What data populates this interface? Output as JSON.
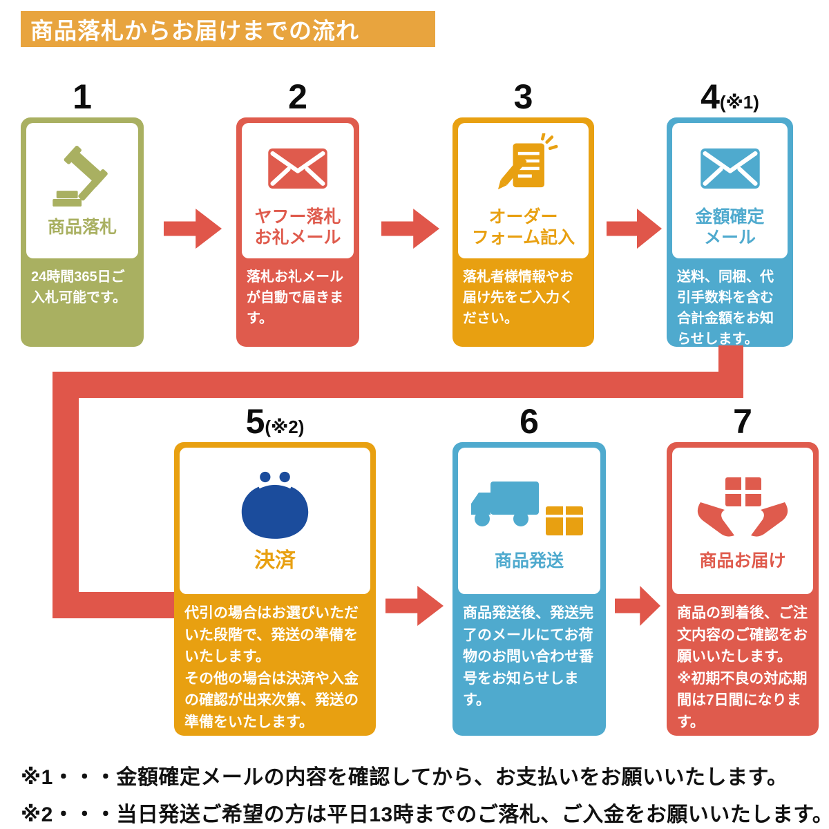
{
  "banner": {
    "title": "商品落札からお届けまでの流れ"
  },
  "colors": {
    "banner_orange": "#E8A43E",
    "olive": "#A9B061",
    "red": "#DF5B4D",
    "orange": "#E8A011",
    "blue": "#4FAACE",
    "arrow_red": "#E0564A",
    "purse_navy": "#1B4C9C",
    "number_black": "#0d0d0d"
  },
  "steps": [
    {
      "number": "1",
      "suffix": "",
      "title": "商品落札",
      "desc": "24時間365日ご入札可能です。",
      "icon": "gavel-icon"
    },
    {
      "number": "2",
      "suffix": "",
      "title": "ヤフー落札\nお礼メール",
      "desc": "落札お礼メールが自動で届きます。",
      "icon": "mail-icon"
    },
    {
      "number": "3",
      "suffix": "",
      "title": "オーダー\nフォーム記入",
      "desc": "落札者様情報やお届け先をご入力ください。",
      "icon": "order-form-icon"
    },
    {
      "number": "4",
      "suffix": "(※1)",
      "title": "金額確定\nメール",
      "desc": "送料、同梱、代引手数料を含む合計金額をお知らせします。",
      "icon": "mail-icon"
    },
    {
      "number": "5",
      "suffix": "(※2)",
      "title": "決済",
      "desc": "代引の場合はお選びいただいた段階で、発送の準備をいたします。\nその他の場合は決済や入金の確認が出来次第、発送の準備をいたします。",
      "icon": "coin-purse-icon"
    },
    {
      "number": "6",
      "suffix": "",
      "title": "商品発送",
      "desc": "商品発送後、発送完了のメールにてお荷物のお問い合わせ番号をお知らせします。",
      "icon": "truck-icon"
    },
    {
      "number": "7",
      "suffix": "",
      "title": "商品お届け",
      "desc": "商品の到着後、ご注文内容のご確認をお願いいたします。\n※初期不良の対応期間は7日間になります。",
      "icon": "delivery-hands-icon"
    }
  ],
  "footnotes": [
    {
      "text": "※1・・・金額確定メールの内容を確認してから、お支払いをお願いいたします。"
    },
    {
      "text": "※2・・・当日発送ご希望の方は平日13時までのご落札、ご入金をお願いいたします。"
    }
  ]
}
